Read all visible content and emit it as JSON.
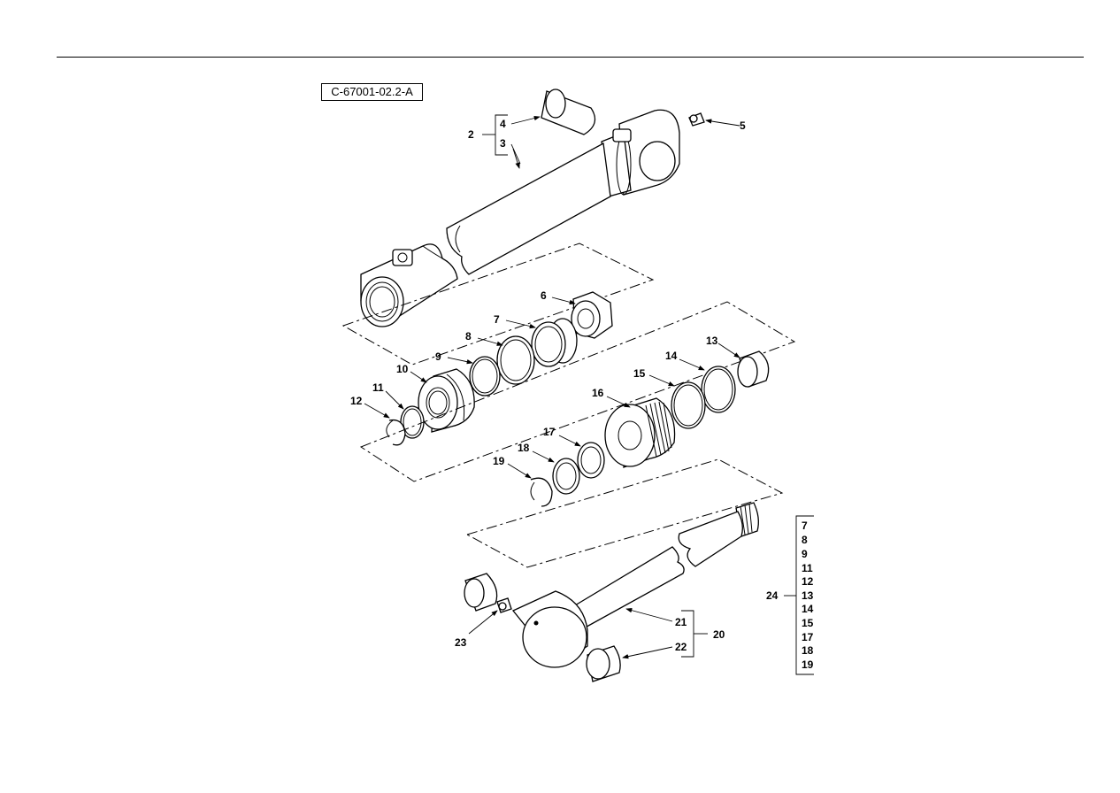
{
  "figure_id": "C-67001-02.2-A",
  "callouts": {
    "c2": "2",
    "c3": "3",
    "c4": "4",
    "c5": "5",
    "c6": "6",
    "c7": "7",
    "c8": "8",
    "c9": "9",
    "c10": "10",
    "c11": "11",
    "c12": "12",
    "c13": "13",
    "c14": "14",
    "c15": "15",
    "c16": "16",
    "c17": "17",
    "c18": "18",
    "c19": "19",
    "c20": "20",
    "c21": "21",
    "c22": "22",
    "c23": "23",
    "c24": "24"
  },
  "kit_24_items": [
    "7",
    "8",
    "9",
    "11",
    "12",
    "13",
    "14",
    "15",
    "17",
    "18",
    "19"
  ]
}
